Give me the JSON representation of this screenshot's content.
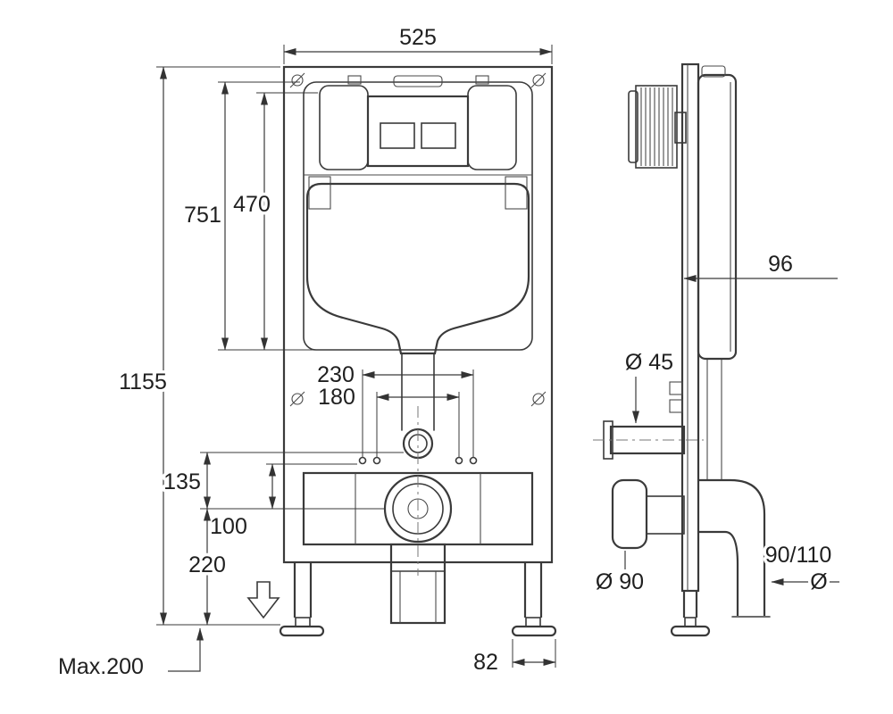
{
  "drawing": {
    "front_view": {
      "dim_width_top": "525",
      "dim_height_751": "751",
      "dim_height_470": "470",
      "dim_height_overall": "1155",
      "dim_span_230": "230",
      "dim_span_180": "180",
      "dim_offset_135": "135",
      "dim_offset_100": "100",
      "dim_offset_220": "220",
      "dim_max_adjust": "Max.200",
      "dim_foot_width": "82"
    },
    "side_view": {
      "dim_depth_96": "96",
      "dim_dia_45": "Ø 45",
      "dim_dia_90": "Ø 90",
      "dim_pipe_size": "90/110",
      "dia_symbol": "Ø"
    }
  }
}
